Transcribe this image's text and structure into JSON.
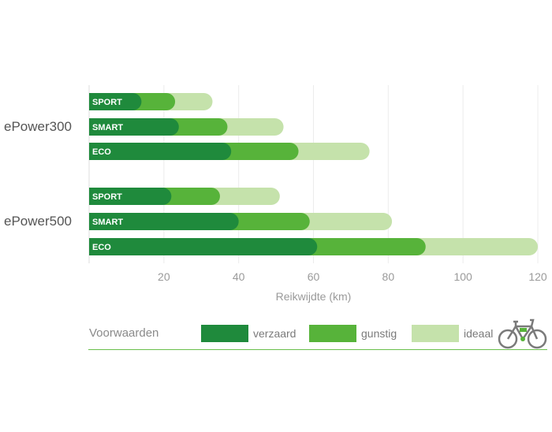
{
  "chart_data": {
    "type": "bar",
    "orientation": "horizontal",
    "stacked": true,
    "xlabel": "Reikwijdte (km)",
    "xlim": [
      0,
      120
    ],
    "xticks": [
      20,
      40,
      60,
      80,
      100,
      120
    ],
    "grid": true,
    "groups": [
      {
        "name": "ePower300",
        "bars": [
          {
            "mode": "SPORT",
            "verzaard": 14,
            "gunstig": 23,
            "ideaal": 33
          },
          {
            "mode": "SMART",
            "verzaard": 24,
            "gunstig": 37,
            "ideaal": 52
          },
          {
            "mode": "ECO",
            "verzaard": 38,
            "gunstig": 56,
            "ideaal": 75
          }
        ]
      },
      {
        "name": "ePower500",
        "bars": [
          {
            "mode": "SPORT",
            "verzaard": 22,
            "gunstig": 35,
            "ideaal": 51
          },
          {
            "mode": "SMART",
            "verzaard": 40,
            "gunstig": 59,
            "ideaal": 81
          },
          {
            "mode": "ECO",
            "verzaard": 61,
            "gunstig": 90,
            "ideaal": 120
          }
        ]
      }
    ],
    "series": [
      {
        "name": "verzaard",
        "color": "#1f8a3c"
      },
      {
        "name": "gunstig",
        "color": "#57b33a"
      },
      {
        "name": "ideaal",
        "color": "#c5e2ab"
      }
    ],
    "legend": {
      "title": "Voorwaarden",
      "placement": "bottom"
    }
  },
  "icons": {
    "legend_icon": "e-bike-icon"
  }
}
